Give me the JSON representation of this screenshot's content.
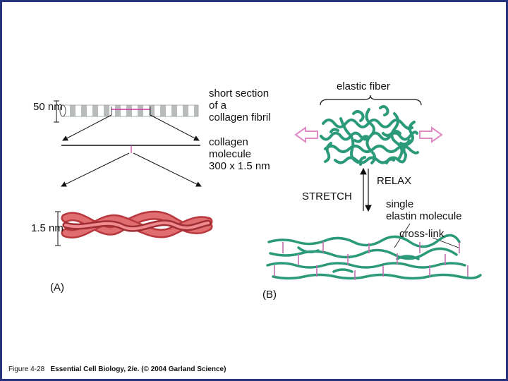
{
  "panel_a": {
    "letter": "(A)",
    "fibril_diameter": "50 nm",
    "fibril_label": [
      "short section",
      "of a",
      "collagen fibril"
    ],
    "molecule_label": [
      "collagen",
      "molecule",
      "300 x 1.5 nm"
    ],
    "helix_diameter": "1.5 nm"
  },
  "panel_b": {
    "letter": "(B)",
    "fiber_label": "elastic fiber",
    "relax_label": "RELAX",
    "stretch_label": "STRETCH",
    "molecule_label": [
      "single",
      "elastin molecule"
    ],
    "crosslink_label": "cross-link"
  },
  "caption": {
    "figure": "Figure 4-28",
    "source": "Essential Cell Biology, 2/e. (© 2004 Garland Science)"
  },
  "colors": {
    "frame": "#26357e",
    "elastin": "#2b9a78",
    "crosslink": "#c070b0",
    "collagen": "#d9575e",
    "pink_arrow": "#e08ac8"
  }
}
